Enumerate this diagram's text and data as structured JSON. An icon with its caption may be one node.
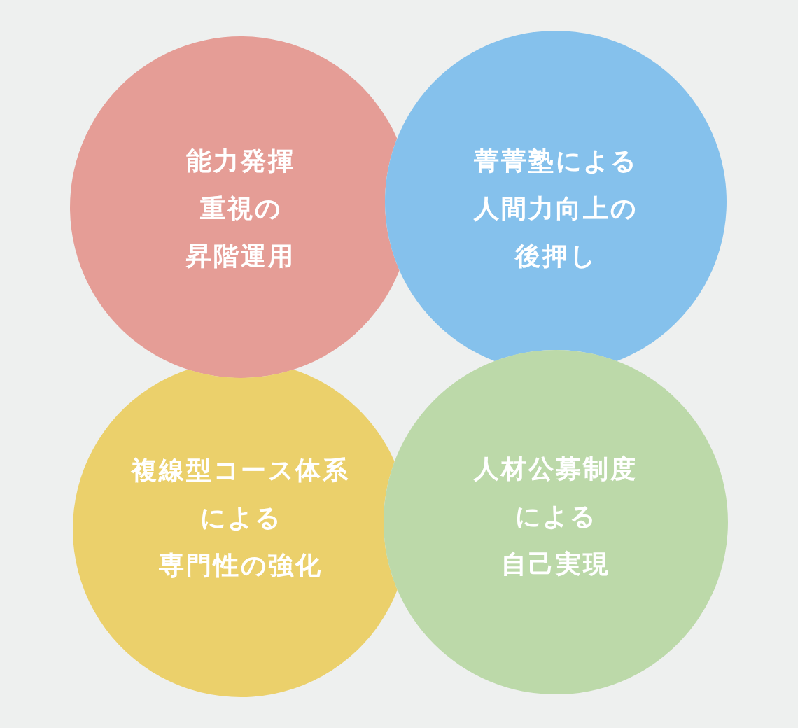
{
  "diagram": {
    "nodes": [
      {
        "text": [
          "能力発揮重視の昇階運用"
        ]
      },
      {
        "text": [
          "菁菁塾による人間力向上の後押し"
        ]
      },
      {
        "text": [
          "複線型コース体系による専門性の強化"
        ]
      },
      {
        "text": [
          "人材公募制度による自己実現"
        ]
      }
    ]
  }
}
